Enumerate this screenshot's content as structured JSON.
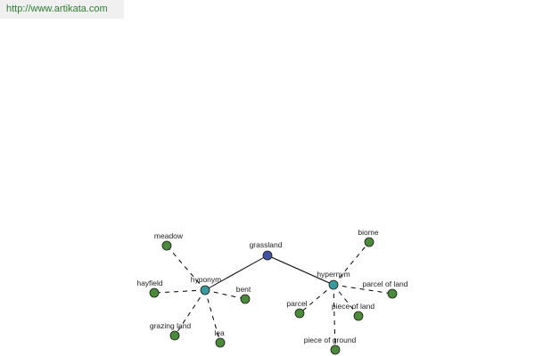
{
  "source_url": "http://www.artikata.com",
  "colors": {
    "url_text": "#2e7d32",
    "root_node": "#3f51a0",
    "relation_node": "#3a9a9a",
    "leaf_node": "#4a8a3a",
    "node_stroke": "#1a1a1a",
    "edge": "#000000"
  },
  "graph": {
    "root": {
      "label": "grassland"
    },
    "relations": [
      {
        "label": "hyponym",
        "terms": [
          "meadow",
          "hayfield",
          "grazing land",
          "lea",
          "bent"
        ]
      },
      {
        "label": "hypernym",
        "terms": [
          "biome",
          "parcel of land",
          "piece of land",
          "parcel",
          "piece of ground"
        ]
      }
    ]
  }
}
